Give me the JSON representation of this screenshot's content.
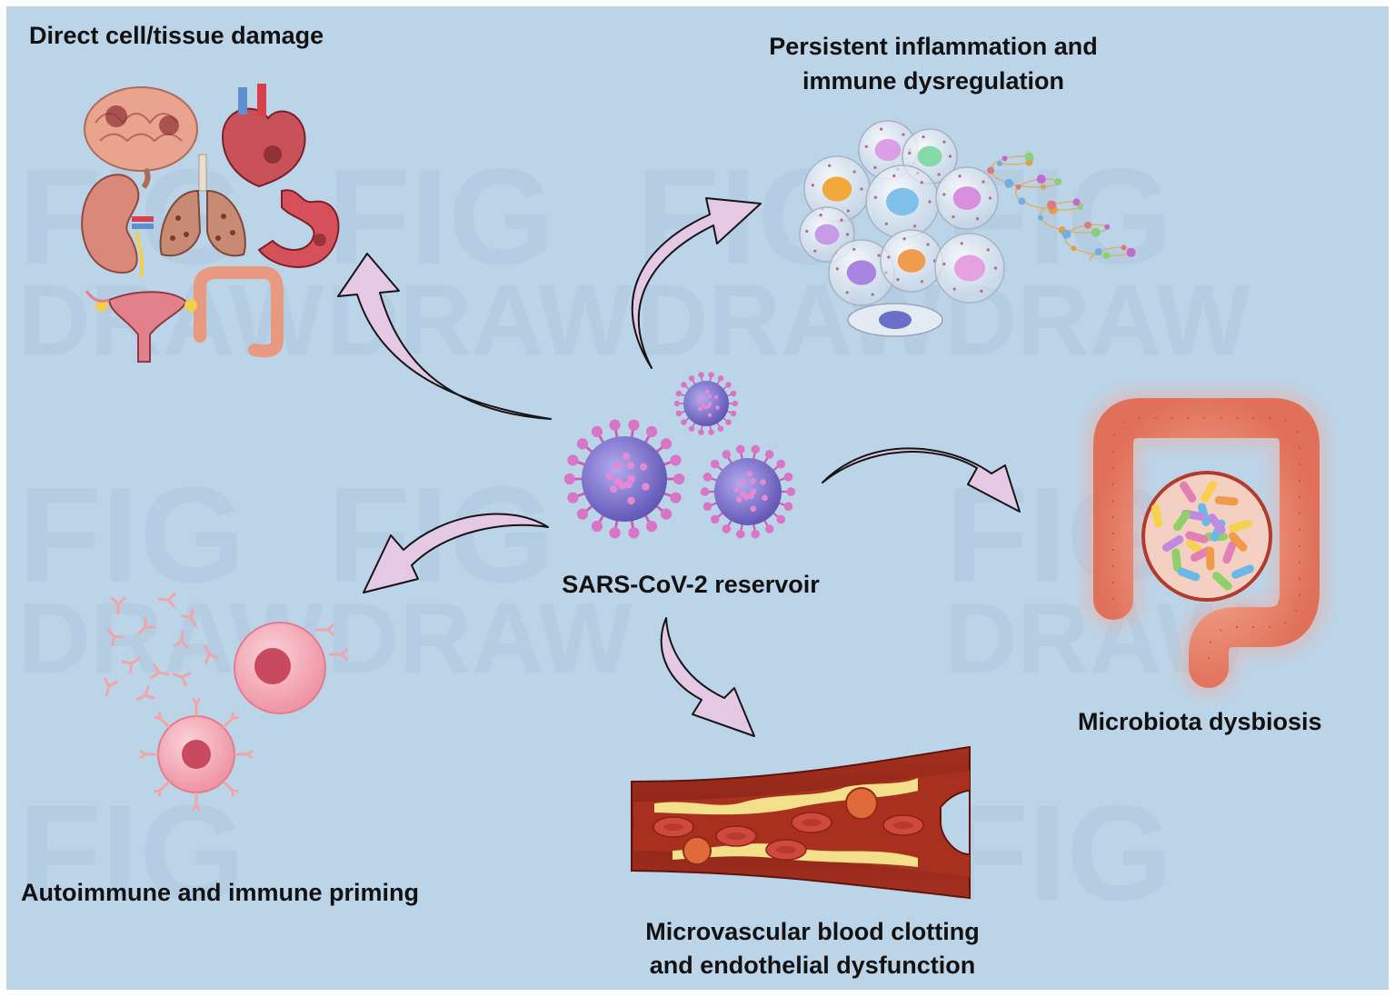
{
  "labels": {
    "center": "SARS-CoV-2 reservoir",
    "tissue_damage": "Direct cell/tissue damage",
    "inflammation_line1": "Persistent inflammation and",
    "inflammation_line2": "immune dysregulation",
    "microbiota": "Microbiota dysbiosis",
    "autoimmune": "Autoimmune and immune priming",
    "microvascular_line1": "Microvascular blood clotting",
    "microvascular_line2": "and endothelial dysfunction"
  },
  "watermark": {
    "line1": "FIG",
    "line2": "DRAW"
  },
  "colors": {
    "background": "#bcd4e8",
    "arrow_fill": "#e4c8e4",
    "arrow_stroke": "#151515",
    "virus_body": "#8a7fd6",
    "virus_spike": "#d975c6",
    "tissue": "#e4967e",
    "cell_pink": "#f2a3b1",
    "cell_nucleus": "#c9495f",
    "vessel_wall": "#9a2d1e",
    "plaque": "#f4e08a",
    "rbc": "#cf4a3c"
  },
  "icons": [
    "virus-icon",
    "organs-icon",
    "immune-cells-icon",
    "intestine-icon",
    "antibody-icon",
    "blood-vessel-icon"
  ]
}
